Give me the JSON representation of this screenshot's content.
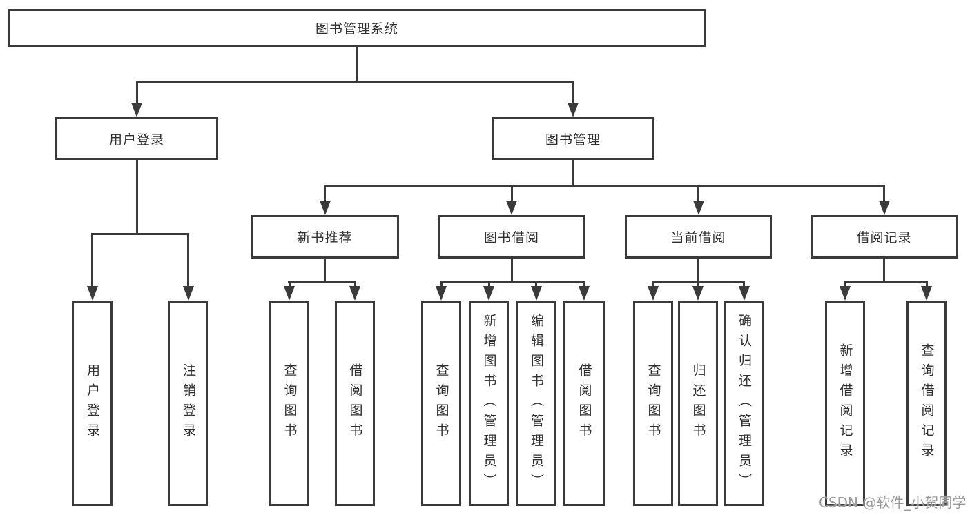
{
  "tree": {
    "label": "图书管理系统",
    "children": [
      {
        "label": "用户登录",
        "children": [
          {
            "label": "用户登录"
          },
          {
            "label": "注销登录"
          }
        ]
      },
      {
        "label": "图书管理",
        "children": [
          {
            "label": "新书推荐",
            "children": [
              {
                "label": "查询图书"
              },
              {
                "label": "借阅图书"
              }
            ]
          },
          {
            "label": "图书借阅",
            "children": [
              {
                "label": "查询图书"
              },
              {
                "label": "新增图书（管理员）"
              },
              {
                "label": "编辑图书（管理员）"
              },
              {
                "label": "借阅图书"
              }
            ]
          },
          {
            "label": "当前借阅",
            "children": [
              {
                "label": "查询图书"
              },
              {
                "label": "归还图书"
              },
              {
                "label": "确认归还（管理员）"
              }
            ]
          },
          {
            "label": "借阅记录",
            "children": [
              {
                "label": "新增借阅记录"
              },
              {
                "label": "查询借阅记录"
              }
            ]
          }
        ]
      }
    ]
  },
  "watermark": "CSDN @软件_小贺同学",
  "colors": {
    "line": "#3a3a3a",
    "box_background": "#ffffff",
    "text": "#2f2f2f",
    "watermark": "#9b9b9b"
  }
}
